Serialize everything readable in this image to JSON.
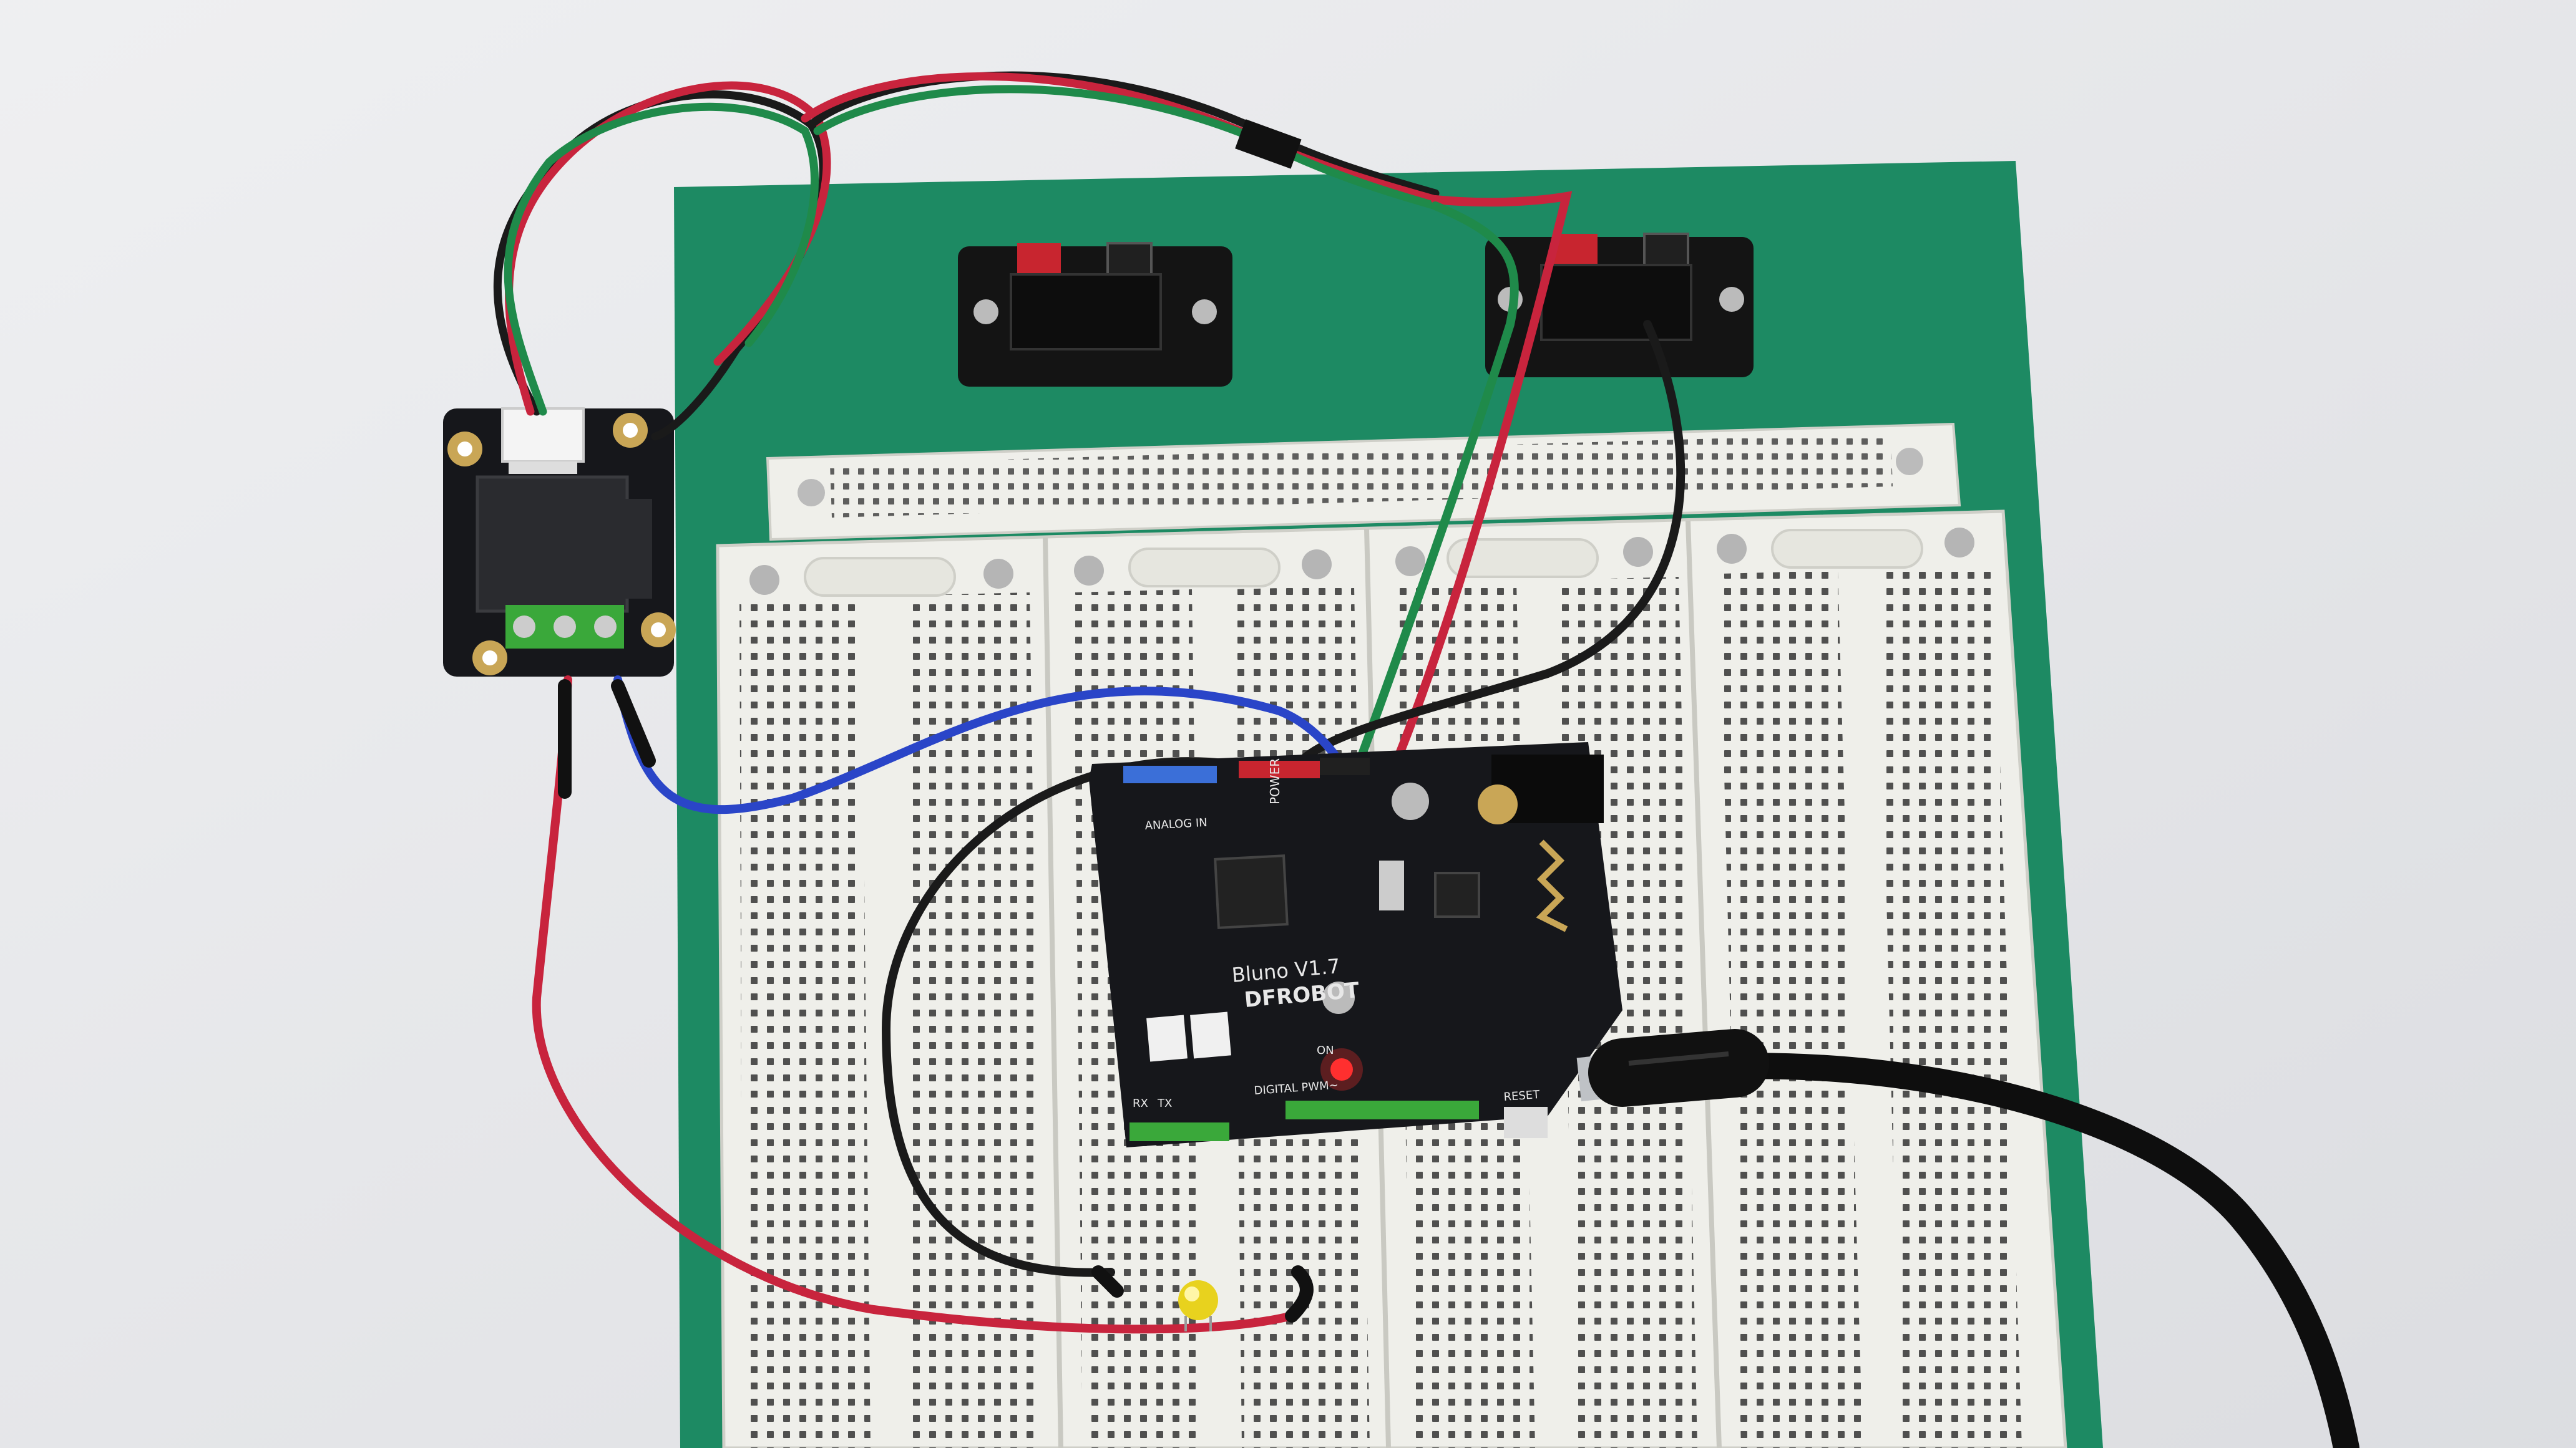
{
  "arduino_board": {
    "brand": "DFROBOT",
    "model": "Bluno V1.7",
    "power_header": "POWER",
    "analog_header": "ANALOG IN",
    "digital_header": "DIGITAL PWM~",
    "reset_label": "RESET",
    "on_label": "ON",
    "rx_label": "RX",
    "tx_label": "TX"
  },
  "colors": {
    "table": "#e6e7ea",
    "green_board": "#1d8a63",
    "breadboard": "#efefea",
    "pcb": "#16171b",
    "wire_red": "#c8243d",
    "wire_black": "#1a1a1a",
    "wire_blue": "#2a45c8",
    "wire_green": "#1f8a4a",
    "led_yellow": "#e8d21e",
    "header_blue": "#3b6fd8",
    "header_green": "#3aa83a"
  }
}
